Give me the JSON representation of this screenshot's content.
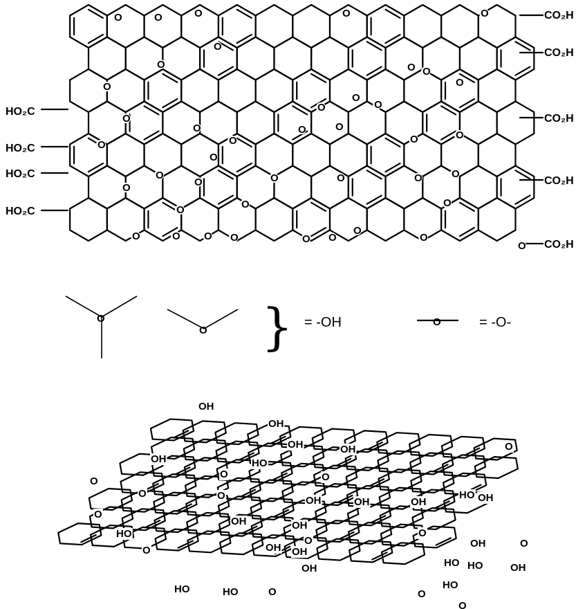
{
  "top_structure": {
    "left_groups": [
      "HO₂C",
      "HO₂C",
      "HO₂C",
      "HO₂C"
    ],
    "right_groups": [
      "CO₂H",
      "CO₂H",
      "CO₂H",
      "CO₂H",
      "CO₂H"
    ],
    "ring_oxygen": "O"
  },
  "legend": {
    "hydroxyl_symbol_label": "= -OH",
    "ether_symbol_label": "= -O-",
    "ring_oxygen": "O"
  },
  "bottom_structure": {
    "hydroxyl": "OH",
    "hydroxyl_rev": "HO",
    "epoxide_oxygen": "O"
  }
}
